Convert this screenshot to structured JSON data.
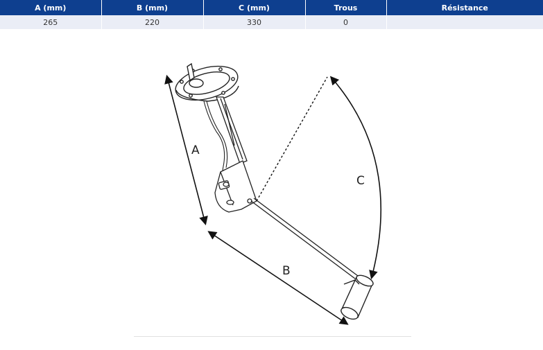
{
  "table": {
    "headers": [
      "A (mm)",
      "B (mm)",
      "C (mm)",
      "Trous",
      "Résistance"
    ],
    "rows": [
      [
        "265",
        "220",
        "330",
        "0",
        ""
      ]
    ]
  },
  "diagram": {
    "labels": {
      "a": "A",
      "b": "B",
      "c": "C"
    }
  }
}
